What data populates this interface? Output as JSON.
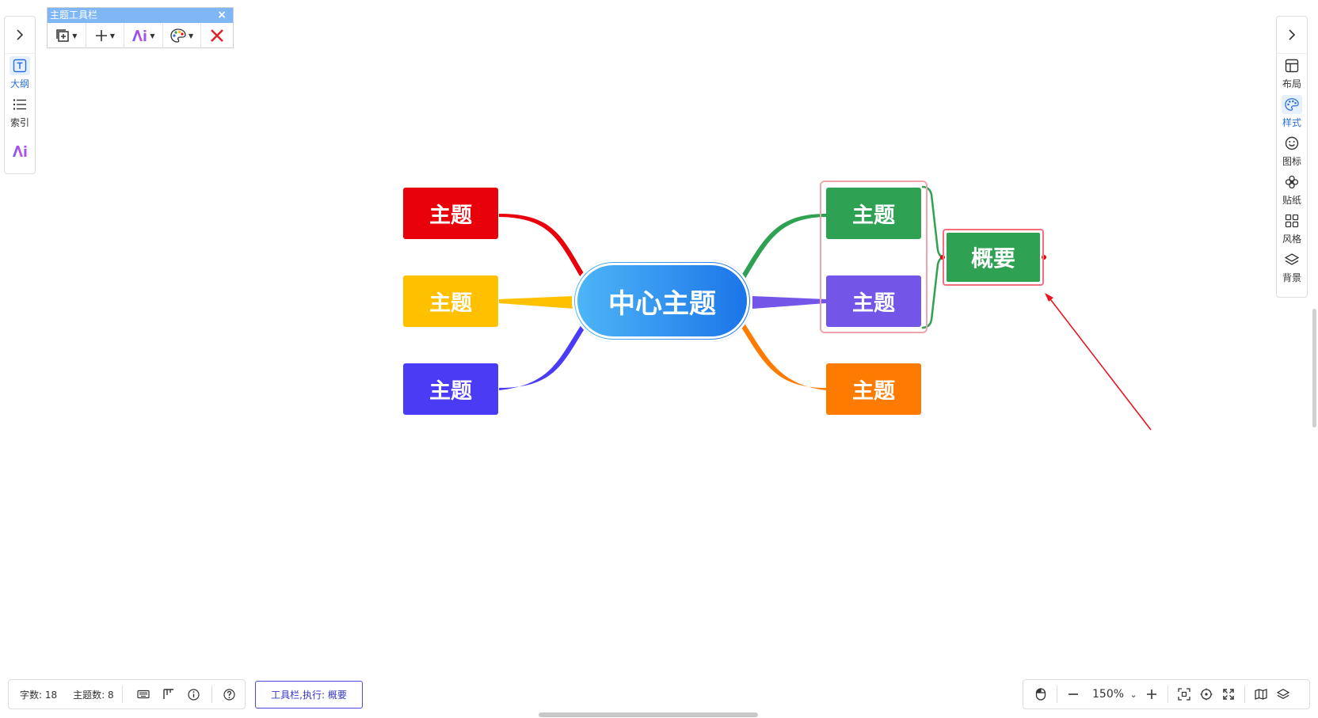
{
  "toolbar": {
    "title": "主题工具栏",
    "close": "×"
  },
  "left_sidebar": {
    "items": [
      {
        "label": "大纲",
        "icon": "outline-icon",
        "active": true
      },
      {
        "label": "索引",
        "icon": "index-list-icon",
        "active": false
      },
      {
        "label": "",
        "icon": "ai-icon",
        "active": false
      }
    ]
  },
  "right_sidebar": {
    "items": [
      {
        "label": "布局",
        "icon": "layout-icon"
      },
      {
        "label": "样式",
        "icon": "palette-icon",
        "active": true
      },
      {
        "label": "图标",
        "icon": "emoji-icon"
      },
      {
        "label": "贴纸",
        "icon": "sticker-icon"
      },
      {
        "label": "风格",
        "icon": "theme-grid-icon"
      },
      {
        "label": "背景",
        "icon": "layers-icon"
      }
    ]
  },
  "mindmap": {
    "center": "中心主题",
    "topics": [
      {
        "label": "主题",
        "color": "#e8000b"
      },
      {
        "label": "主题",
        "color": "#ffc000"
      },
      {
        "label": "主题",
        "color": "#4a3cf5"
      },
      {
        "label": "主题",
        "color": "#2ea152"
      },
      {
        "label": "主题",
        "color": "#7356e8"
      },
      {
        "label": "主题",
        "color": "#ff7b00"
      }
    ],
    "summary": "概要"
  },
  "status": {
    "word_count": "字数: 18",
    "topic_count": "主题数: 8"
  },
  "hint_button": "工具栏,执行: 概要",
  "zoom": {
    "level": "150%"
  }
}
